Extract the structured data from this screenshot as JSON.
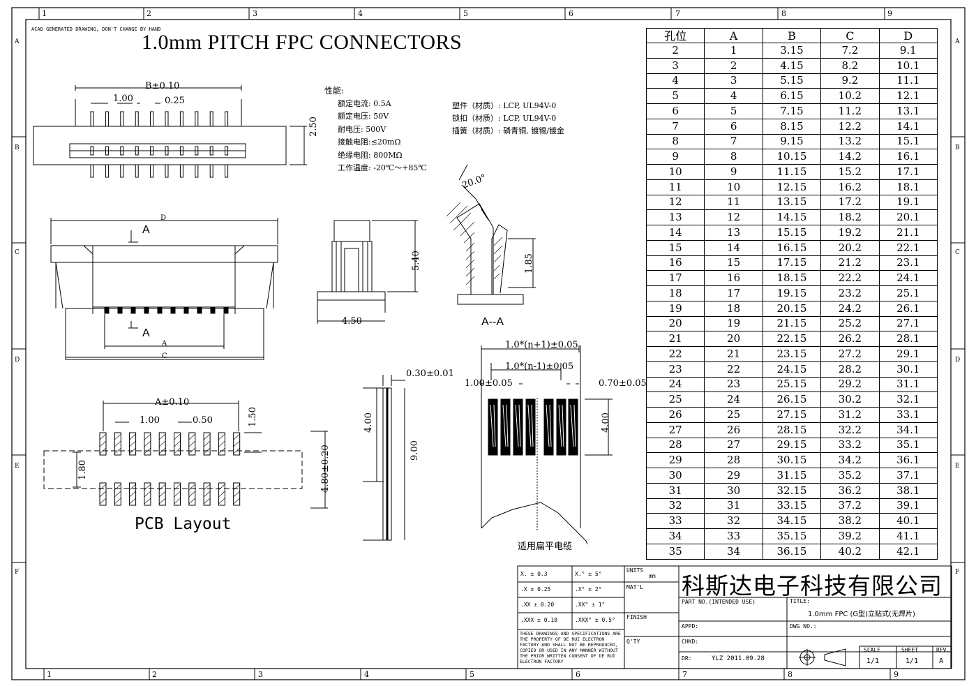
{
  "header": {
    "acad_note": "ACAD GENERATED DRAWING, DON'T CHANGE BY HAND",
    "title": "1.0mm  PITCH  FPC CONNECTORS"
  },
  "frame": {
    "col_numbers": [
      "1",
      "2",
      "3",
      "4",
      "5",
      "6",
      "7",
      "8",
      "9"
    ],
    "row_letters": [
      "A",
      "B",
      "C",
      "D",
      "E",
      "F"
    ]
  },
  "specs": {
    "heading": "性能:",
    "electrical": [
      "额定电流: 0.5A",
      "额定电压: 50V",
      "耐电压: 500V",
      "接触电阻:≤20mΩ",
      "绝缘电阻: 800MΩ",
      "工作温度: -20℃～+85℃"
    ],
    "materials": [
      "塑件（材质）: LCP, UL94V-0",
      "锁扣（材质）: LCP, UL94V-0",
      "插簧（材质）: 磷青铜, 镀锡/镀金"
    ]
  },
  "dimensions": {
    "top_b": "B±0.10",
    "top_pitch": "1.00",
    "top_width": "0.25",
    "top_height": "2.50",
    "front_d": "D",
    "front_a": "A",
    "front_c": "C",
    "section_marker": "A",
    "side_width": "4.50",
    "side_height": "5.40",
    "section_angle": "20.0°",
    "section_height": "1.85",
    "section_label": "A--A",
    "pcb_a": "A±0.10",
    "pcb_pitch": "1.00",
    "pcb_pad": "0.50",
    "pcb_pad_len": "1.50",
    "pcb_gap": "1.80",
    "pcb_total": "4.80±0.20",
    "cable_thk": "0.30±0.01",
    "cable_stiff": "4.00",
    "cable_len": "9.00",
    "fpc_total": "1.0*(n+1)±0.05",
    "fpc_inner": "1.0*(n-1)±0.05",
    "fpc_edge": "1.00±0.05",
    "fpc_cond": "0.70±0.05",
    "fpc_len": "4.00"
  },
  "labels": {
    "pcb_layout": "PCB Layout",
    "fpc_cable": "适用扁平电缆"
  },
  "pin_table": {
    "headers": [
      "孔位",
      "A",
      "B",
      "C",
      "D"
    ],
    "rows": [
      [
        "2",
        "1",
        "3.15",
        "7.2",
        "9.1"
      ],
      [
        "3",
        "2",
        "4.15",
        "8.2",
        "10.1"
      ],
      [
        "4",
        "3",
        "5.15",
        "9.2",
        "11.1"
      ],
      [
        "5",
        "4",
        "6.15",
        "10.2",
        "12.1"
      ],
      [
        "6",
        "5",
        "7.15",
        "11.2",
        "13.1"
      ],
      [
        "7",
        "6",
        "8.15",
        "12.2",
        "14.1"
      ],
      [
        "8",
        "7",
        "9.15",
        "13.2",
        "15.1"
      ],
      [
        "9",
        "8",
        "10.15",
        "14.2",
        "16.1"
      ],
      [
        "10",
        "9",
        "11.15",
        "15.2",
        "17.1"
      ],
      [
        "11",
        "10",
        "12.15",
        "16.2",
        "18.1"
      ],
      [
        "12",
        "11",
        "13.15",
        "17.2",
        "19.1"
      ],
      [
        "13",
        "12",
        "14.15",
        "18.2",
        "20.1"
      ],
      [
        "14",
        "13",
        "15.15",
        "19.2",
        "21.1"
      ],
      [
        "15",
        "14",
        "16.15",
        "20.2",
        "22.1"
      ],
      [
        "16",
        "15",
        "17.15",
        "21.2",
        "23.1"
      ],
      [
        "17",
        "16",
        "18.15",
        "22.2",
        "24.1"
      ],
      [
        "18",
        "17",
        "19.15",
        "23.2",
        "25.1"
      ],
      [
        "19",
        "18",
        "20.15",
        "24.2",
        "26.1"
      ],
      [
        "20",
        "19",
        "21.15",
        "25.2",
        "27.1"
      ],
      [
        "21",
        "20",
        "22.15",
        "26.2",
        "28.1"
      ],
      [
        "22",
        "21",
        "23.15",
        "27.2",
        "29.1"
      ],
      [
        "23",
        "22",
        "24.15",
        "28.2",
        "30.1"
      ],
      [
        "24",
        "23",
        "25.15",
        "29.2",
        "31.1"
      ],
      [
        "25",
        "24",
        "26.15",
        "30.2",
        "32.1"
      ],
      [
        "26",
        "25",
        "27.15",
        "31.2",
        "33.1"
      ],
      [
        "27",
        "26",
        "28.15",
        "32.2",
        "34.1"
      ],
      [
        "28",
        "27",
        "29.15",
        "33.2",
        "35.1"
      ],
      [
        "29",
        "28",
        "30.15",
        "34.2",
        "36.1"
      ],
      [
        "30",
        "29",
        "31.15",
        "35.2",
        "37.1"
      ],
      [
        "31",
        "30",
        "32.15",
        "36.2",
        "38.1"
      ],
      [
        "32",
        "31",
        "33.15",
        "37.2",
        "39.1"
      ],
      [
        "33",
        "32",
        "34.15",
        "38.2",
        "40.1"
      ],
      [
        "34",
        "33",
        "35.15",
        "39.2",
        "41.1"
      ],
      [
        "35",
        "34",
        "36.15",
        "40.2",
        "42.1"
      ]
    ]
  },
  "title_block": {
    "tol_x": "X. ± 0.3",
    "tol_xx": ".X ± 0.25",
    "tol_xxx": ".XX ± 0.20",
    "tol_xxxx": ".XXX ± 0.10",
    "ang_x": "X.° ± 5°",
    "ang_xx": ".X° ± 2°",
    "ang_xxx": ".XX° ± 1°",
    "ang_xxxx": ".XXX° ± 0.5°",
    "units_label": "UNITS",
    "units_value": "mm",
    "matl_label": "MAT'L",
    "finish_label": "FINISH",
    "qty_label": "Q'TY",
    "copyright": [
      "THESE DRAWINGS AND SPECIFICATIONS ARE",
      "THE PROPERTY OF DE RUI ELECTRON",
      "FACTORY AND SHALL NOT BE REPRODUCED,",
      "COPIED OR USED IN ANY MANNER WITHOUT",
      "THE PRIOR WRITTEN CONSENT OF DE RUI",
      "ELECTRON FACTORY"
    ],
    "company": "科斯达电子科技有限公司",
    "part_no_label": "PART NO.(INTENDED USE)",
    "title_label": "TITLE:",
    "title_value": "1.0mm FPC (G型)立贴式(无焊片)",
    "appd_label": "APPD:",
    "dwg_no_label": "DWG NO.:",
    "chkd_label": "CHKD:",
    "dr_label": "DR:",
    "dr_value": "YLZ 2011.09.28",
    "scale_label": "SCALE",
    "scale_value": "1/1",
    "sheet_label": "SHEET",
    "sheet_value": "1/1",
    "rev_label": "REV.",
    "rev_value": "A"
  }
}
